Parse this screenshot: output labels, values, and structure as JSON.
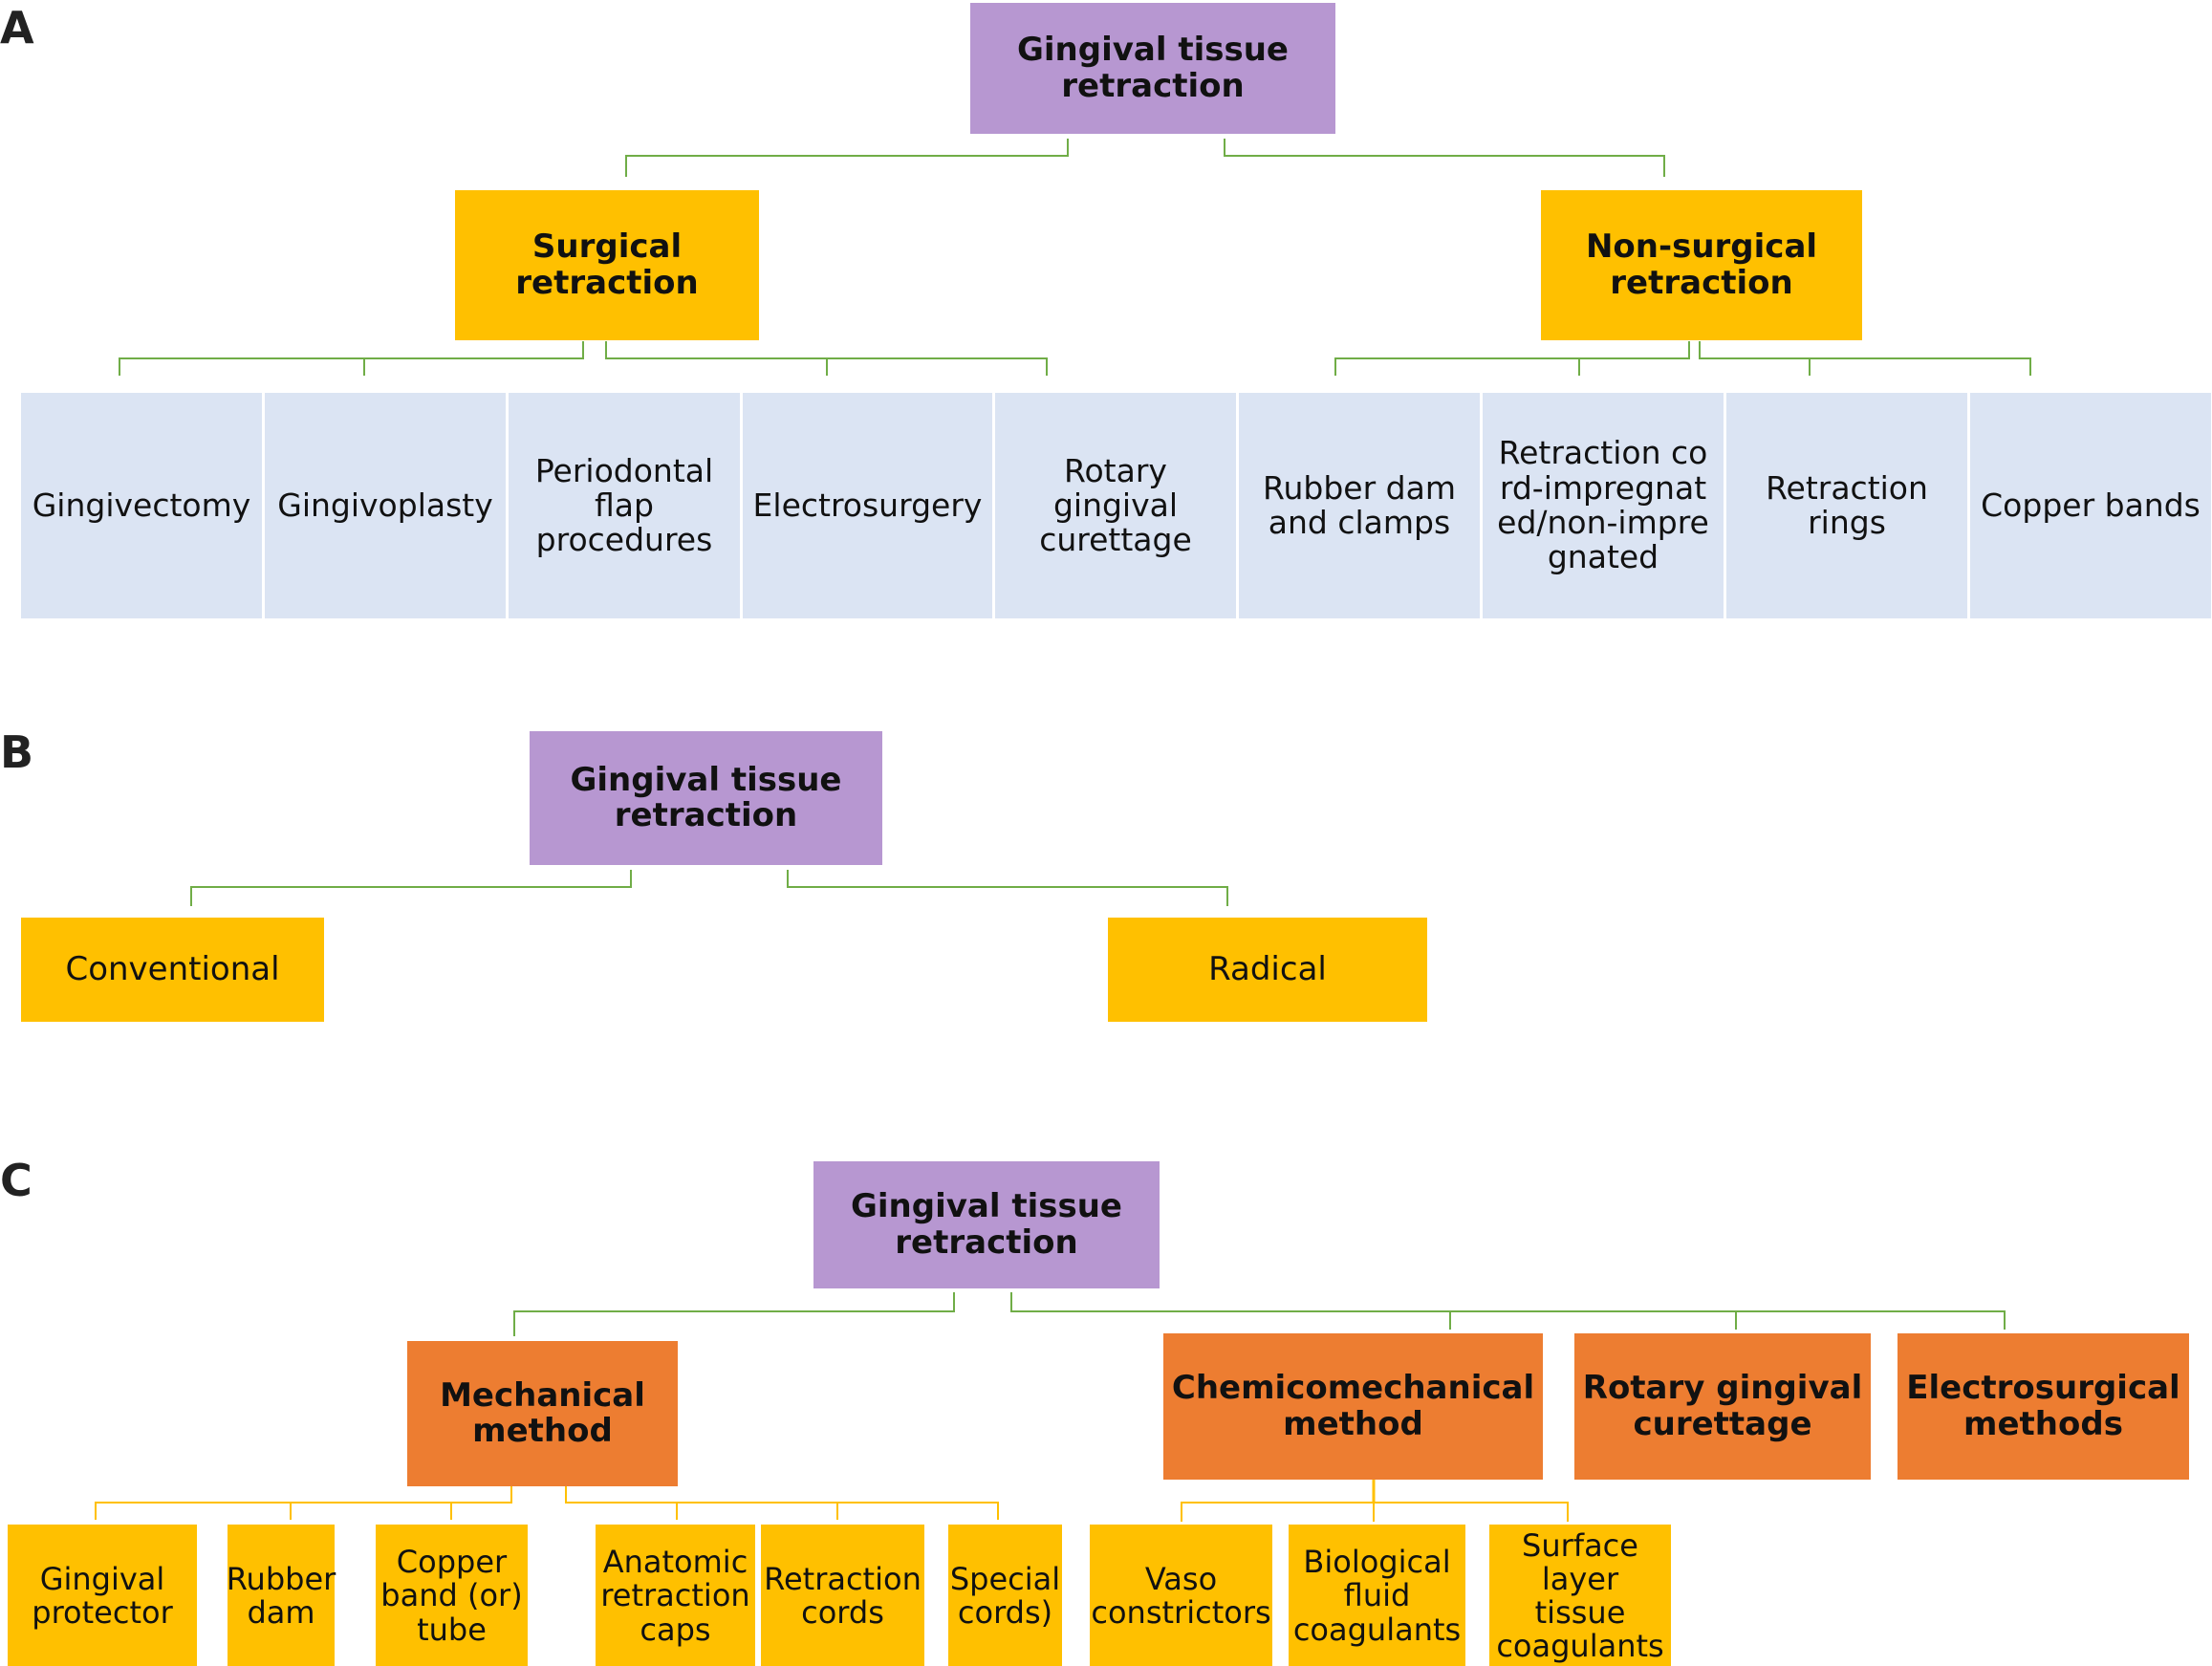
{
  "panels": {
    "a": {
      "label": "A",
      "root": "Gingival tissue retraction",
      "surgical": "Surgical retraction",
      "nonsurgical": "Non-surgical retraction",
      "leaves": [
        "Gingivectomy",
        "Gingivoplasty",
        "Periodontal flap procedures",
        "Electrosurgery",
        "Rotary gingival curettage",
        "Rubber dam and clamps",
        "Retraction cord-impregnated/non-impregnated",
        "Retraction rings",
        "Copper bands"
      ]
    },
    "b": {
      "label": "B",
      "root": "Gingival tissue retraction",
      "conventional": "Conventional",
      "radical": "Radical"
    },
    "c": {
      "label": "C",
      "root": "Gingival tissue retraction",
      "mechanical": "Mechanical method",
      "chemicomechanical": "Chemicomechanical method",
      "rotary": "Rotary gingival curettage",
      "electrosurgical": "Electrosurgical methods",
      "mech_leaves": [
        "Gingival protector",
        "Rubber dam",
        "Copper band (or) tube",
        "Anatomic retraction caps",
        "Retraction cords",
        "Special cords)"
      ],
      "chem_leaves": [
        "Vaso constrictors",
        "Biological fluid coagulants",
        "Surface layer tissue coagulants"
      ]
    }
  },
  "colors": {
    "purple": "#b797d1",
    "amber": "#ffc000",
    "orange": "#ed7d31",
    "light_blue": "#dbe4f3",
    "green_connector": "#70ad47",
    "amber_connector": "#ffc000"
  }
}
